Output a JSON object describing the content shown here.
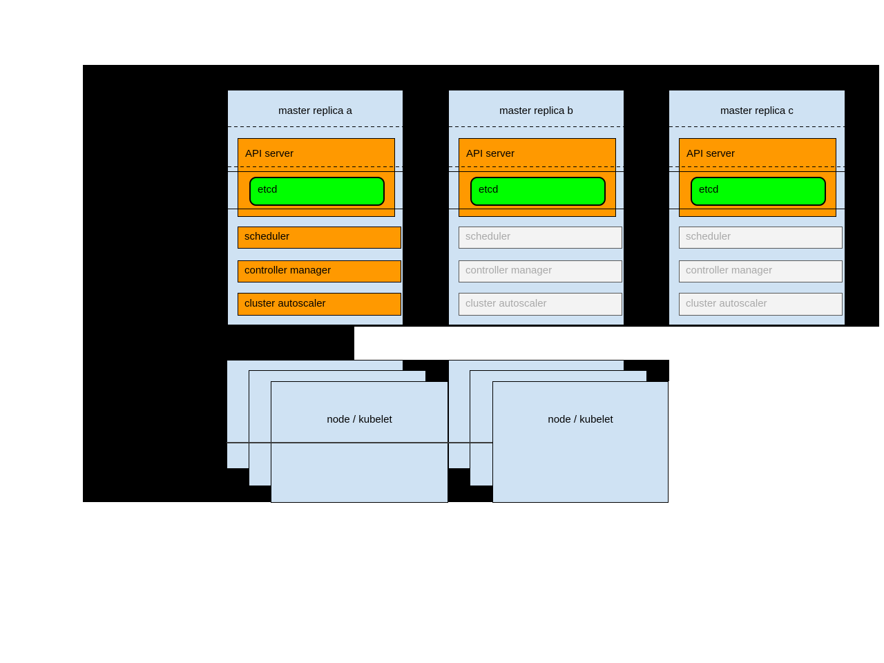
{
  "masters": [
    {
      "title": "master replica a",
      "state": "active",
      "api_server": "API server",
      "etcd": "etcd",
      "components": [
        {
          "label": "scheduler",
          "active": true
        },
        {
          "label": "controller manager",
          "active": true
        },
        {
          "label": "cluster autoscaler",
          "active": true
        }
      ]
    },
    {
      "title": "master replica b",
      "state": "inactive",
      "api_server": "API server",
      "etcd": "etcd",
      "components": [
        {
          "label": "scheduler",
          "active": false
        },
        {
          "label": "controller manager",
          "active": false
        },
        {
          "label": "cluster autoscaler",
          "active": false
        }
      ]
    },
    {
      "title": "master replica c",
      "state": "inactive",
      "api_server": "API server",
      "etcd": "etcd",
      "components": [
        {
          "label": "scheduler",
          "active": false
        },
        {
          "label": "controller manager",
          "active": false
        },
        {
          "label": "cluster autoscaler",
          "active": false
        }
      ]
    }
  ],
  "nodes": [
    {
      "label": "node / kubelet"
    },
    {
      "label": "node / kubelet"
    }
  ],
  "colors": {
    "panel_blue": "#cfe2f3",
    "active_orange": "#ff9900",
    "etcd_green": "#00ff00",
    "inactive_fill": "#f3f3f3",
    "inactive_border": "#595959",
    "inactive_text": "#a9a9a9",
    "redaction_black": "#000000",
    "link_line": "#3c3c3c"
  }
}
